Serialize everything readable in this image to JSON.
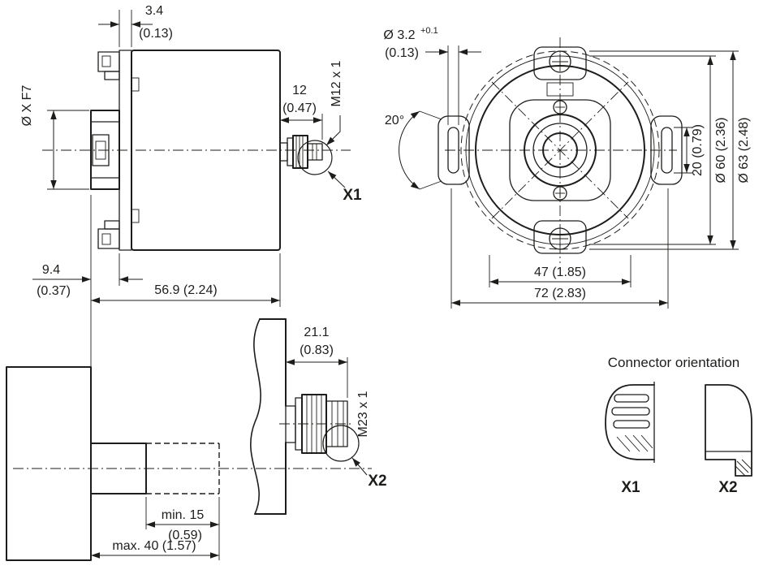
{
  "side_view": {
    "dim34_mm": "3.4",
    "dim34_in": "(0.13)",
    "shaft_fit": "Ø X F7",
    "dim12_mm": "12",
    "dim12_in": "(0.47)",
    "thread": "M12 x 1",
    "callout": "X1",
    "dim94_mm": "9.4",
    "dim94_in": "(0.37)",
    "dim569": "56.9 (2.24)"
  },
  "front_view": {
    "hole_mm": "Ø 3.2",
    "hole_tol": "+0.1",
    "hole_in": "(0.13)",
    "angle": "20°",
    "dim20": "20 (0.79)",
    "dim60": "Ø 60 (2.36)",
    "dim63": "Ø 63 (2.48)",
    "dim47": "47 (1.85)",
    "dim72": "72 (2.83)"
  },
  "shaft_view": {
    "dim211_mm": "21.1",
    "dim211_in": "(0.83)",
    "thread": "M23 x 1",
    "callout": "X2",
    "dim_min_mm": "min. 15",
    "dim_min_in": "(0.59)",
    "dim_max": "max. 40 (1.57)"
  },
  "legend": {
    "title": "Connector orientation",
    "x1": "X1",
    "x2": "X2"
  },
  "colors": {
    "ink": "#1d1d1b",
    "background": "#ffffff"
  }
}
